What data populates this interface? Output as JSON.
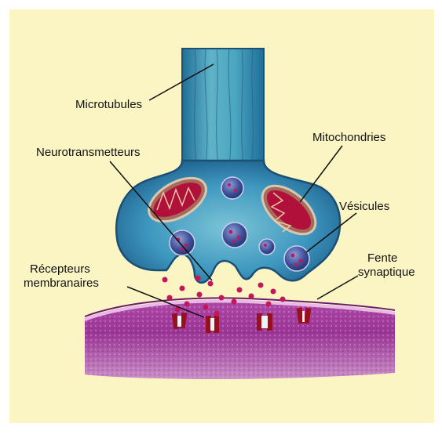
{
  "labels": {
    "microtubules": "Microtubules",
    "mitochondries": "Mitochondries",
    "neurotransmetteurs": "Neurotransmetteurs",
    "vesicules": "Vésicules",
    "recepteurs_line1": "Récepteurs",
    "recepteurs_line2": "membranaires",
    "fente_line1": "Fente",
    "fente_line2": "synaptique"
  },
  "colors": {
    "background": "#fbf5c4",
    "axon": "#2f8fb0",
    "axon_dark": "#1e5f86",
    "terminal": "#2e8bb5",
    "vesicle": "#3c4f98",
    "neurotransmitter": "#c2185b",
    "mitochondria": "#b0103a",
    "postsynaptic": "#9a3a9e",
    "receptor": "#9a0f1f"
  }
}
